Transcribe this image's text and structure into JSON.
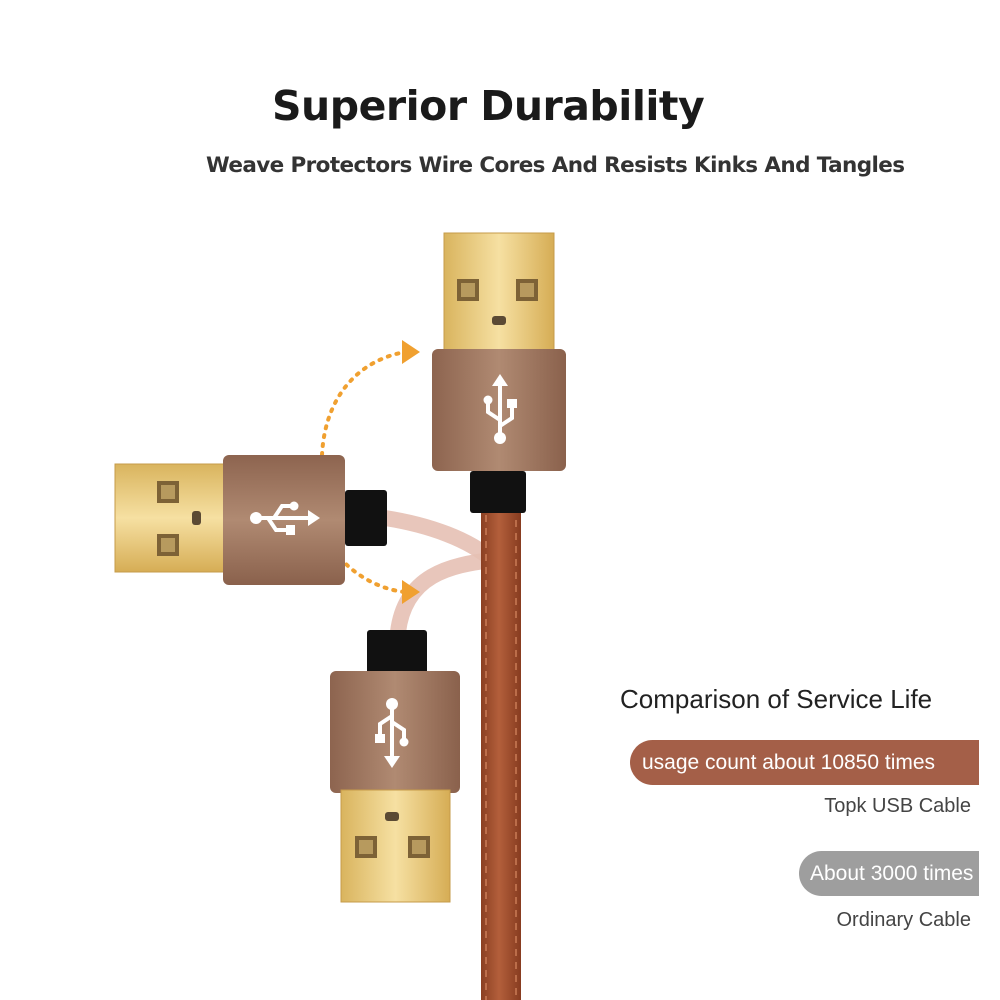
{
  "headline": {
    "title": "Superior Durability",
    "subtitle": "Weave Protectors Wire Cores And Resists Kinks And Tangles"
  },
  "comparison": {
    "title": "Comparison of Service Life",
    "topk": {
      "usage_text": "usage count about 10850 times",
      "caption": "Topk USB Cable",
      "color": "#a45f48"
    },
    "ordinary": {
      "usage_text": "About 3000 times",
      "caption": "Ordinary Cable",
      "color": "#9e9e9e"
    }
  },
  "colors": {
    "gold_plug": "#e9c97c",
    "housing": "#a57c65",
    "cable": "#a4512f",
    "arrow": "#f0a030"
  },
  "icons": [
    "usb-icon",
    "curved-arrow-icon"
  ]
}
